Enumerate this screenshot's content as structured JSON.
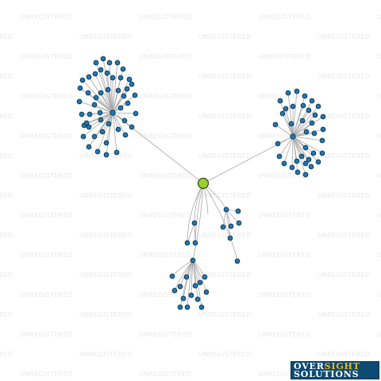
{
  "watermark": {
    "text": "UNREGISTERED"
  },
  "logo": {
    "word1": "OVER",
    "word2": "SIGHT",
    "line2": "SOLUTIONS"
  },
  "colors": {
    "node_fill": "#1f77b4",
    "node_stroke": "#123447",
    "center_fill": "#9acd32",
    "edge": "#a8a8a8",
    "watermark": "#e9e9e9",
    "logo_bg": "#0d4a73",
    "logo_accent": "#f2b705"
  },
  "graph": {
    "center_node": "focal-entity",
    "clusters": [
      {
        "name": "upper-left-cluster",
        "leaf_count": 48
      },
      {
        "name": "upper-right-cluster",
        "leaf_count": 36
      },
      {
        "name": "lower-cluster",
        "leaf_count": 22
      }
    ]
  }
}
